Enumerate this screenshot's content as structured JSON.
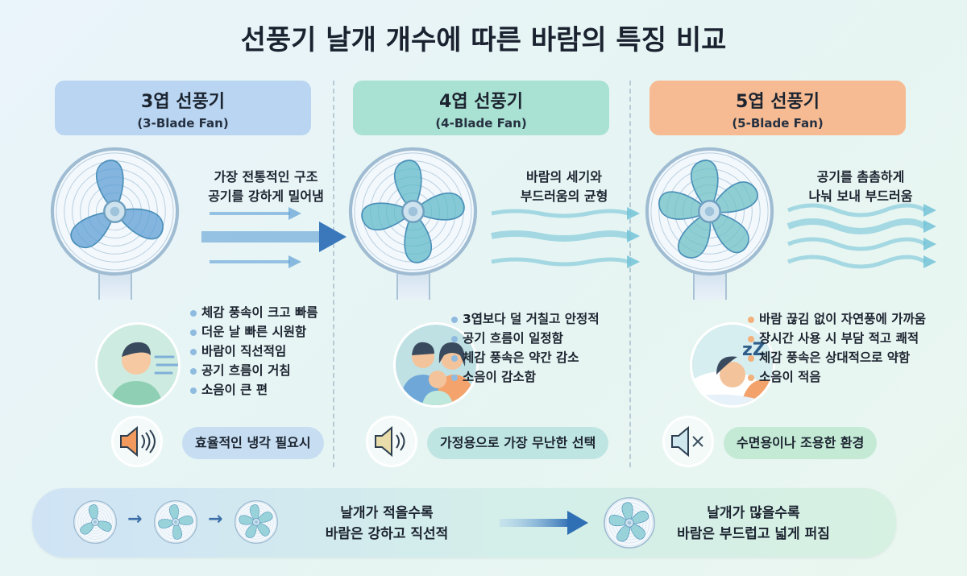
{
  "title": "선풍기 날개 개수에 따른 바람의 특징 비교",
  "columns": [
    {
      "title": "3엽 선풍기",
      "subtitle": "(3-Blade Fan)",
      "blades": 3,
      "color": "#b9d5f1",
      "accent": "#5e9fd6",
      "desc": [
        "가장 전통적인 구조",
        "공기를 강하게 밀어냄"
      ],
      "bullets": [
        "체감 풍속이 크고 빠름",
        "더운 날 빠른 시원함",
        "바람이 직선적임",
        "공기 흐름이 거침",
        "소음이 큰 편"
      ],
      "tag": "효율적인 냉각 필요시",
      "tag_color": "#c6ddf2",
      "speaker": "speaker-loud-icon"
    },
    {
      "title": "4엽 선풍기",
      "subtitle": "(4-Blade Fan)",
      "blades": 4,
      "color": "#a9e1d2",
      "accent": "#5fb9c8",
      "desc": [
        "바람의 세기와",
        "부드러움의 균형"
      ],
      "bullets": [
        "3엽보다 덜 거칠고 안정적",
        "공기 흐름이 일정함",
        "체감 풍속은 약간 감소",
        "소음이 감소함"
      ],
      "tag": "가정용으로 가장 무난한 선택",
      "tag_color": "#bfe5e2",
      "speaker": "speaker-medium-icon"
    },
    {
      "title": "5엽 선풍기",
      "subtitle": "(5-Blade Fan)",
      "blades": 5,
      "color": "#f6bb92",
      "accent": "#6ec0c6",
      "desc": [
        "공기를 촘촘하게",
        "나눠 보내 부드러움"
      ],
      "bullets": [
        "바람 끊김 없이 자연풍에 가까움",
        "장시간 사용 시 부담 적고 쾌적",
        "체감 풍속은 상대적으로 약함",
        "소음이 적음"
      ],
      "tag": "수면용이나 조용한 환경",
      "tag_color": "#c4ead6",
      "speaker": "speaker-mute-icon"
    }
  ],
  "bottom": {
    "left": [
      "날개가 적을수록",
      "바람은 강하고 직선적"
    ],
    "right": [
      "날개가 많을수록",
      "바람은 부드럽고 넓게 퍼짐"
    ],
    "arrow": "→"
  }
}
